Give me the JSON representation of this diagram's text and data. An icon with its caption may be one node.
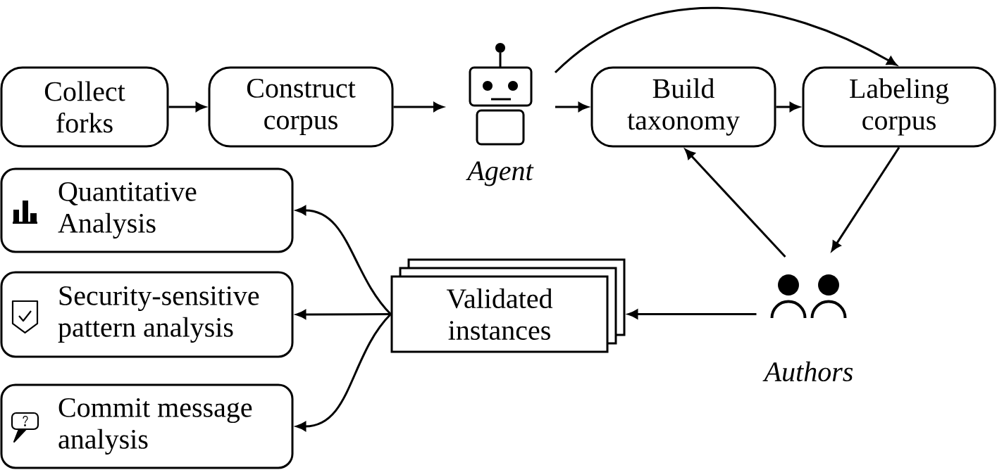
{
  "diagram": {
    "nodes": [
      {
        "text": [
          "Collect forks"
        ]
      },
      {
        "text": [
          "Construct corpus"
        ]
      },
      {
        "text": [],
        "shape": "picture",
        "beside": [
          "Agent"
        ]
      },
      {
        "text": [
          "Build taxonomy"
        ]
      },
      {
        "text": [
          "Labeling corpus"
        ]
      },
      {
        "text": [],
        "shape": "person",
        "beside": [
          "Authors"
        ]
      },
      {
        "text": [
          "Validated instances"
        ]
      },
      {
        "text": [
          "Quantitative Analysis"
        ]
      },
      {
        "text": [
          "Security-sensitive pattern analysis"
        ]
      },
      {
        "text": [
          "Commit message analysis"
        ]
      }
    ],
    "edges": [
      {
        "from": 0,
        "to": 1,
        "arrow": "to"
      },
      {
        "from": 1,
        "to": 2,
        "arrow": "to"
      },
      {
        "from": 2,
        "to": 3,
        "arrow": "to"
      },
      {
        "from": 2,
        "to": 4,
        "arrow": "to"
      },
      {
        "from": 3,
        "to": 4,
        "arrow": "to"
      },
      {
        "from": 4,
        "to": 5,
        "arrow": "to"
      },
      {
        "from": 5,
        "to": 3,
        "arrow": "to"
      },
      {
        "from": 5,
        "to": 6,
        "arrow": "to"
      },
      {
        "from": 6,
        "to": 7,
        "arrow": "to"
      },
      {
        "from": 6,
        "to": 8,
        "arrow": "to"
      },
      {
        "from": 6,
        "to": 9,
        "arrow": "to"
      }
    ]
  }
}
